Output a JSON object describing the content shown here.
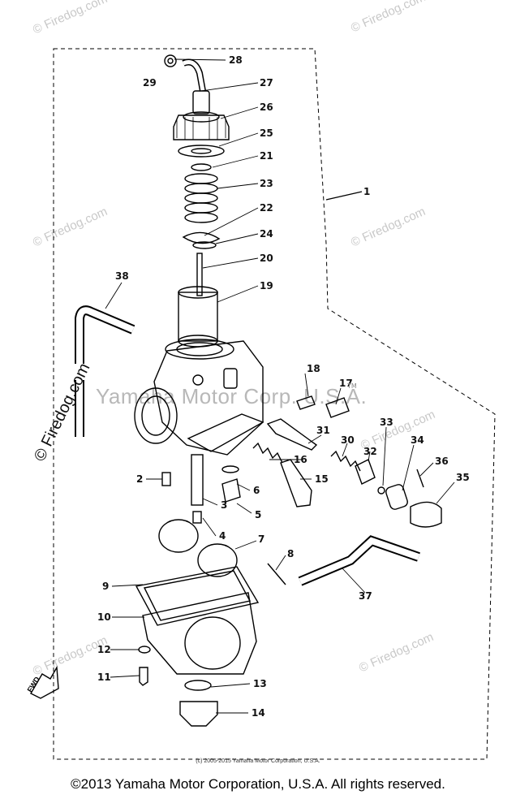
{
  "watermarks": {
    "firedog": "© Firedog.com",
    "yamaha": "Yamaha Motor Corp. U.S.A.",
    "side": "© Firedog.com"
  },
  "diagram": {
    "callouts": [
      "1",
      "2",
      "3",
      "4",
      "5",
      "6",
      "7",
      "8",
      "9",
      "10",
      "11",
      "12",
      "13",
      "14",
      "15",
      "16",
      "17",
      "18",
      "19",
      "20",
      "21",
      "22",
      "23",
      "24",
      "25",
      "26",
      "27",
      "28",
      "29",
      "30",
      "31",
      "32",
      "33",
      "34",
      "35",
      "36",
      "37",
      "38"
    ],
    "trademark": "TM",
    "fwd_label": "FWD"
  },
  "footer": {
    "small_copyright": "(c) 2005-2015 Yamaha Motor Corporation, U.S.A.",
    "copyright": "©2013 Yamaha Motor Corporation, U.S.A. All rights reserved."
  }
}
